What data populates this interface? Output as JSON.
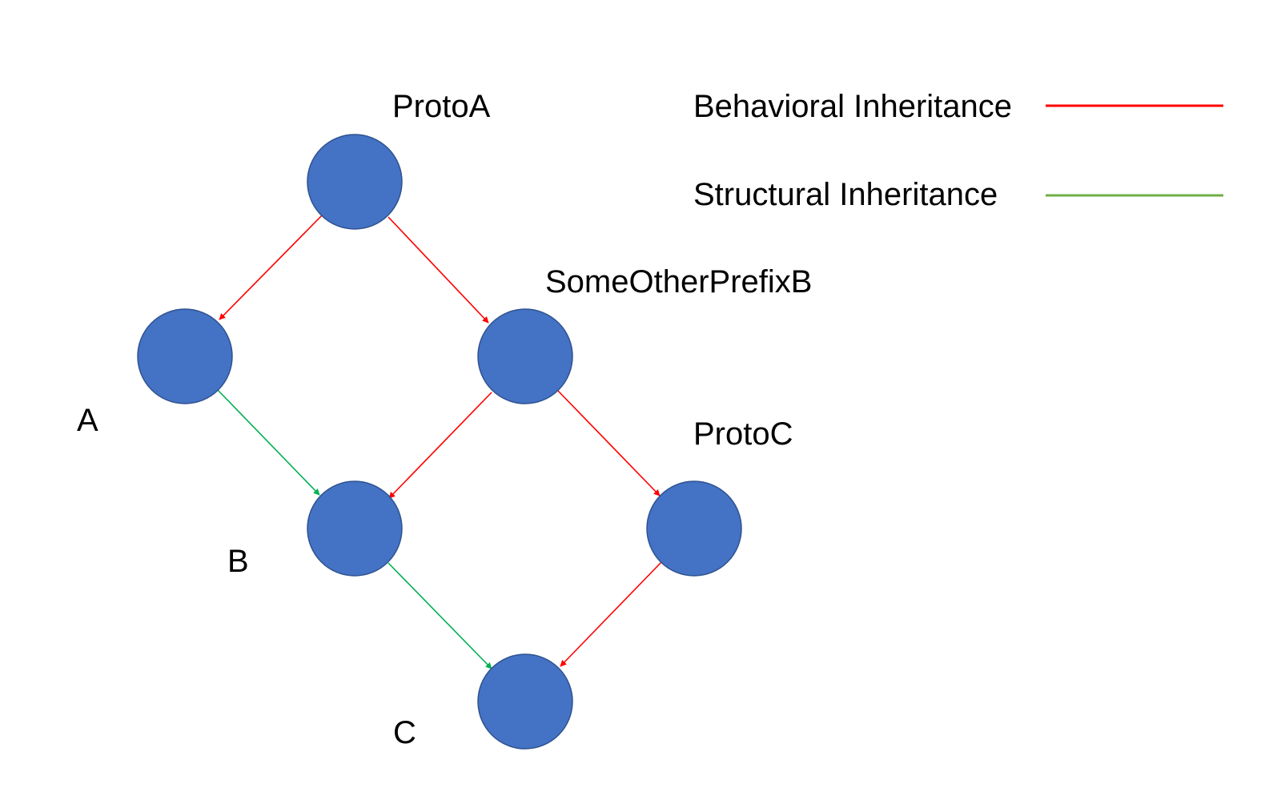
{
  "colors": {
    "node_fill": "#4472C4",
    "node_stroke": "#2F528F",
    "behavioral": "#FF0000",
    "structural": "#00B050",
    "legend_structural": "#70AD47",
    "background": "#FFFFFF"
  },
  "legend": {
    "behavioral_label": "Behavioral Inheritance",
    "structural_label": "Structural Inheritance"
  },
  "nodes": {
    "proto_a": "ProtoA",
    "some_other_prefix_b": "SomeOtherPrefixB",
    "a": "A",
    "proto_c": "ProtoC",
    "b": "B",
    "c": "C"
  },
  "edges": [
    {
      "from": "ProtoA",
      "to": "A",
      "kind": "behavioral"
    },
    {
      "from": "ProtoA",
      "to": "SomeOtherPrefixB",
      "kind": "behavioral"
    },
    {
      "from": "A",
      "to": "B",
      "kind": "structural"
    },
    {
      "from": "SomeOtherPrefixB",
      "to": "B",
      "kind": "behavioral"
    },
    {
      "from": "SomeOtherPrefixB",
      "to": "ProtoC",
      "kind": "behavioral"
    },
    {
      "from": "B",
      "to": "C",
      "kind": "structural"
    },
    {
      "from": "ProtoC",
      "to": "C",
      "kind": "behavioral"
    }
  ]
}
